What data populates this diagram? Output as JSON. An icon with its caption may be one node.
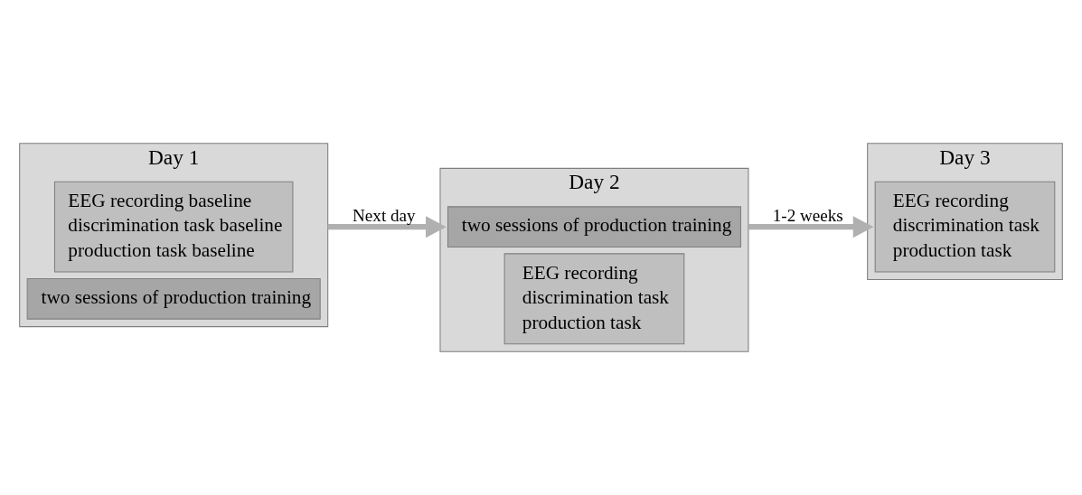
{
  "diagram": {
    "nodes": [
      {
        "text": [
          "Day 1"
        ]
      },
      {
        "text": [
          "EEG recording baseline",
          "discrimination task baseline",
          "production task baseline"
        ],
        "in": 0
      },
      {
        "text": [
          "two sessions of production training"
        ],
        "in": 0
      },
      {
        "text": [
          "Day 2"
        ]
      },
      {
        "text": [
          "two sessions of production training"
        ],
        "in": 3
      },
      {
        "text": [
          "EEG recording",
          "discrimination task",
          "production task"
        ],
        "in": 3
      },
      {
        "text": [
          "Day 3"
        ]
      },
      {
        "text": [
          "EEG recording",
          "discrimination task",
          "production task"
        ],
        "in": 6
      }
    ],
    "edges": [
      {
        "from": 0,
        "to": 3,
        "arrow": "to",
        "label": "Next day"
      },
      {
        "from": 3,
        "to": 6,
        "arrow": "to",
        "label": "1-2 weeks"
      }
    ]
  }
}
